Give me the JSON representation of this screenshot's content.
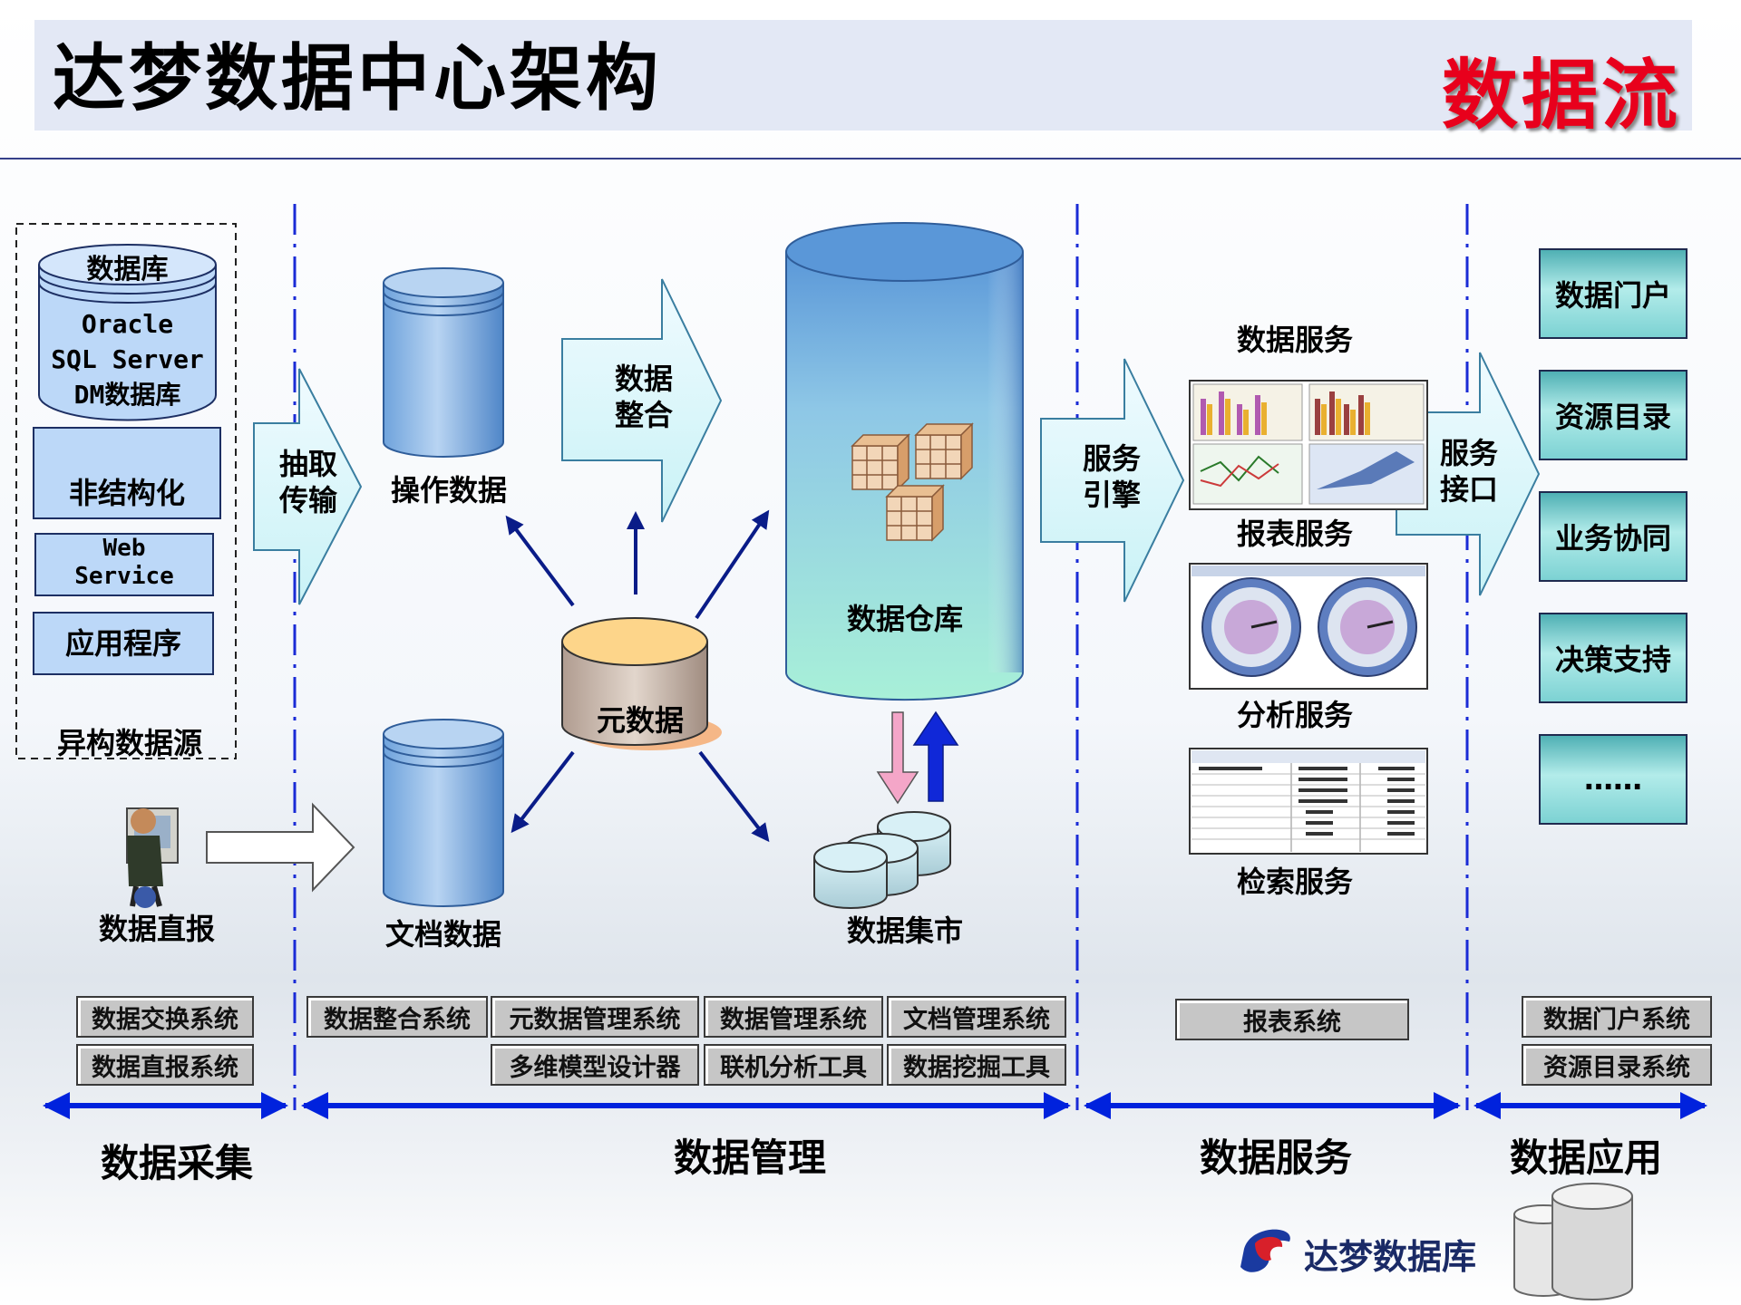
{
  "header": {
    "title": "达梦数据中心架构",
    "subtitle": "数据流"
  },
  "sources": {
    "database_title": "数据库",
    "database_lines": [
      "Oracle",
      "SQL Server",
      "DM数据库"
    ],
    "unstructured": "非结构化",
    "web_service_lines": [
      "Web",
      "Service"
    ],
    "applications": "应用程序",
    "group_label": "异构数据源",
    "direct_report": "数据直报"
  },
  "flows": {
    "extract_lines": [
      "抽取",
      "传输"
    ],
    "integrate_lines": [
      "数据",
      "整合"
    ],
    "service_engine_lines": [
      "服务",
      "引擎"
    ],
    "service_interface_lines": [
      "服务",
      "接口"
    ]
  },
  "management": {
    "operational_data": "操作数据",
    "document_data": "文档数据",
    "metadata": "元数据",
    "data_warehouse": "数据仓库",
    "data_mart": "数据集市"
  },
  "services": {
    "data_service": "数据服务",
    "report_service": "报表服务",
    "analysis_service": "分析服务",
    "search_service": "检索服务"
  },
  "applications": [
    "数据门户",
    "资源目录",
    "业务协同",
    "决策支持",
    "……"
  ],
  "systems": {
    "collection": [
      "数据交换系统",
      "数据直报系统"
    ],
    "management_row1": [
      "数据整合系统",
      "元数据管理系统",
      "数据管理系统",
      "文档管理系统"
    ],
    "management_row2": [
      "多维模型设计器",
      "联机分析工具",
      "数据挖掘工具"
    ],
    "service": [
      "报表系统"
    ],
    "application": [
      "数据门户系统",
      "资源目录系统"
    ]
  },
  "phases": [
    "数据采集",
    "数据管理",
    "数据服务",
    "数据应用"
  ],
  "brand": {
    "logo_text": "达梦数据库"
  },
  "colors": {
    "title_red": "#e8001c",
    "phase_arrow": "#0022dd",
    "divider": "#1a2bd6",
    "app_teal": "#7cd2d3"
  }
}
